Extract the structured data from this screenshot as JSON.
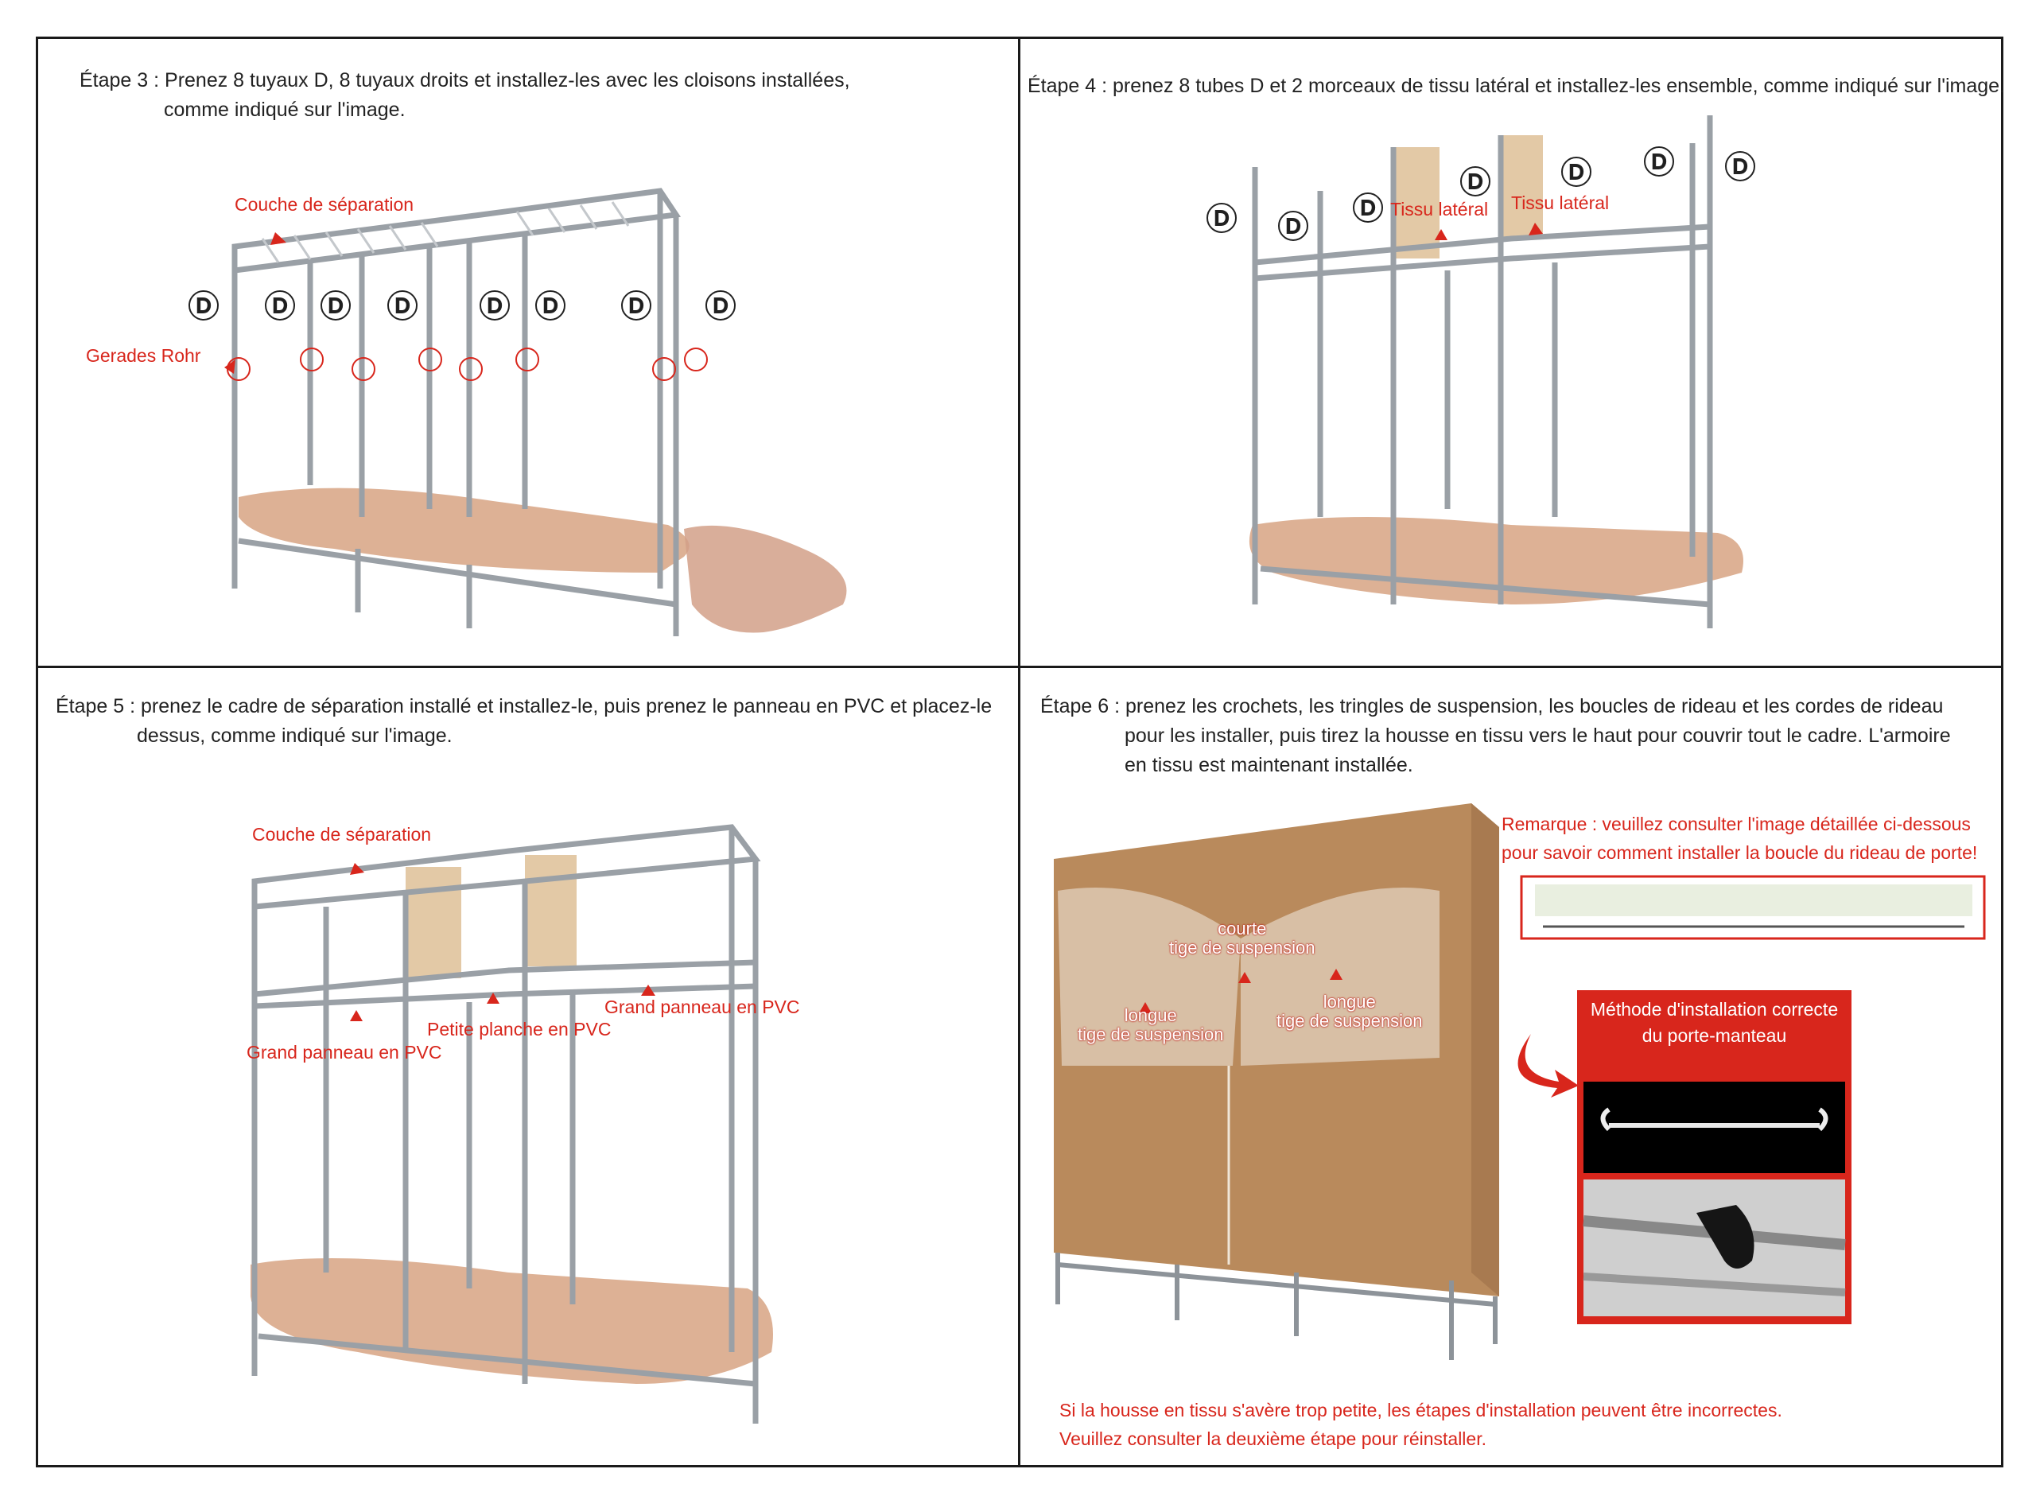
{
  "steps": {
    "s3": {
      "line1": "Étape 3 : Prenez 8 tuyaux D, 8 tuyaux droits et installez-les avec les cloisons installées,",
      "line2": "comme indiqué sur l'image."
    },
    "s4": {
      "line1": "Étape 4 : prenez 8 tubes D et 2 morceaux de tissu latéral et installez-les ensemble, comme indiqué sur l'image."
    },
    "s5": {
      "line1": "Étape 5 : prenez le cadre de séparation installé et installez-le, puis prenez le panneau en PVC et placez-le",
      "line2": "dessus, comme indiqué sur l'image."
    },
    "s6": {
      "line1": "Étape 6 : prenez les crochets, les tringles de suspension, les boucles de rideau et les cordes de rideau",
      "line2": "pour les installer, puis tirez la housse en tissu vers le haut pour couvrir tout le cadre. L'armoire",
      "line3": "en tissu est maintenant installée."
    }
  },
  "labels": {
    "separation_layer": "Couche de séparation",
    "straight_pipe": "Gerades Rohr",
    "d": "D",
    "side_fabric": "Tissu latéral",
    "large_pvc": "Grand panneau en PVC",
    "small_pvc": "Petite planche en PVC",
    "short_rod_1": "courte",
    "short_rod_2": "tige de suspension",
    "long_rod_1": "longue",
    "long_rod_2": "tige de suspension"
  },
  "remark": {
    "line1": "Remarque : veuillez consulter l'image détaillée ci-dessous",
    "line2": "pour savoir comment installer la boucle du rideau de porte!"
  },
  "method": {
    "line1": "Méthode d'installation correcte",
    "line2": "du porte-manteau"
  },
  "footer_note": {
    "line1": "Si la housse en tissu s'avère trop petite, les étapes d'installation peuvent être incorrectes.",
    "line2": "Veuillez consulter la deuxième étape pour réinstaller."
  },
  "colors": {
    "accent": "#d8261c",
    "frame": "#9aa0a6",
    "fabric": "#d9a98a",
    "cover": "#b98a5c"
  }
}
